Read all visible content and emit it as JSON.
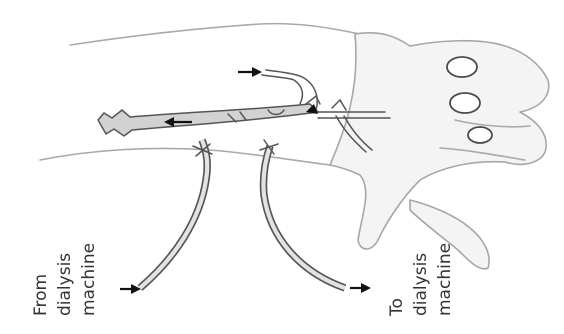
{
  "labels": {
    "from_line1": "From",
    "from_line2": "dialysis",
    "from_line3": "machine",
    "to_line1": "To",
    "to_line2": "dialysis",
    "to_line3": "machine"
  },
  "colors": {
    "outline": "#555555",
    "skin_outline": "#a9a9a9",
    "arrow": "#111111",
    "tube_fill": "#e3e3e3"
  }
}
